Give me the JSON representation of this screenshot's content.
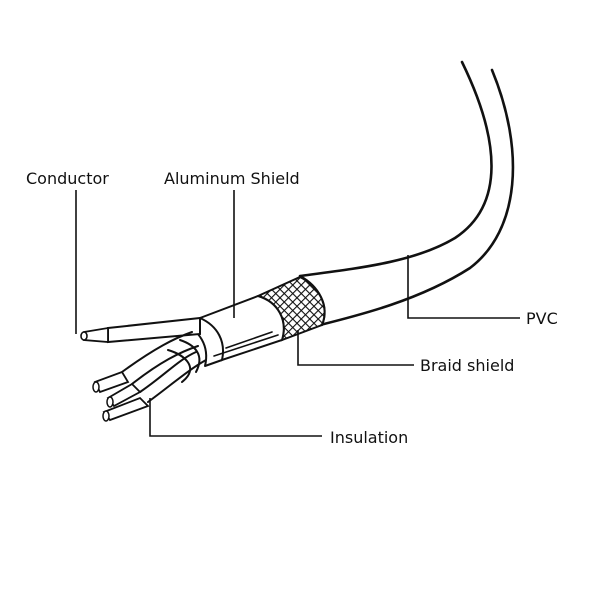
{
  "labels": {
    "conductor": "Conductor",
    "aluminum_shield": "Aluminum Shield",
    "braid_shield": "Braid shield",
    "pvc": "PVC",
    "insulation": "Insulation"
  },
  "colors": {
    "ink": "#111111",
    "background": "#ffffff"
  }
}
